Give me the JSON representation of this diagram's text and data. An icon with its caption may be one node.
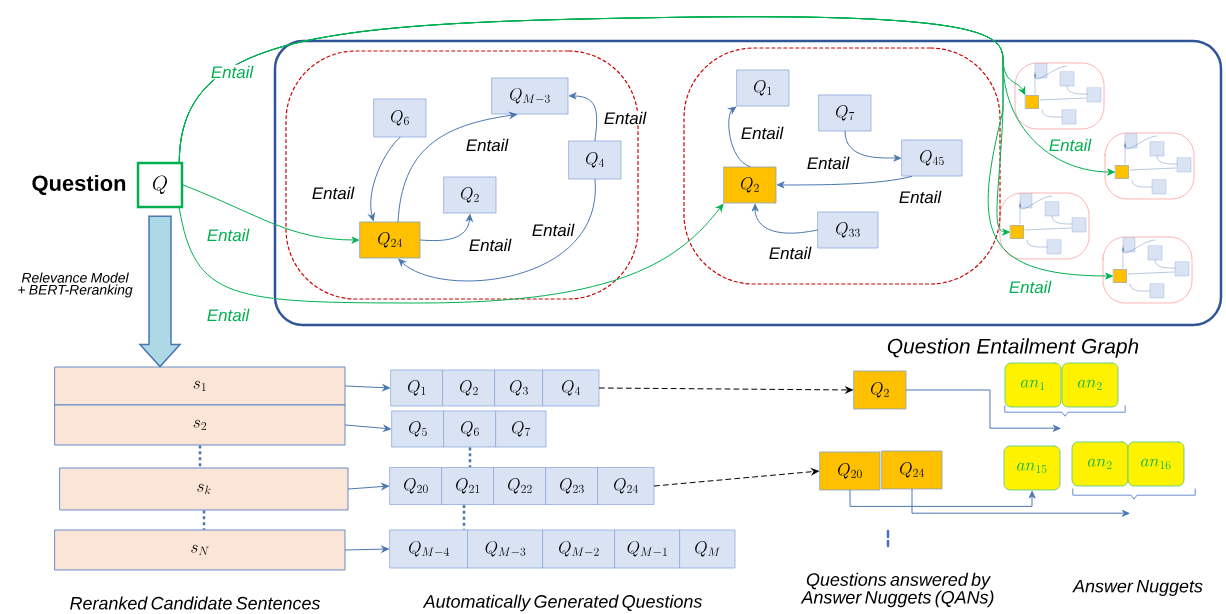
{
  "diagram": {
    "nodes": [
      {
        "text": [
          "Question",
          "Q"
        ]
      },
      {
        "text": [
          "Question Entailment Graph"
        ]
      },
      {
        "text": [],
        "shape": "cloud",
        "in": 1
      },
      {
        "text": [
          "Q_6"
        ],
        "in": 2
      },
      {
        "text": [
          "Q_{M-3}"
        ],
        "in": 2
      },
      {
        "text": [
          "Q_4"
        ],
        "in": 2
      },
      {
        "text": [
          "Q_2"
        ],
        "in": 2
      },
      {
        "text": [
          "Q_{24}"
        ],
        "in": 2
      },
      {
        "text": [],
        "shape": "cloud",
        "in": 1
      },
      {
        "text": [
          "Q_1"
        ],
        "in": 8
      },
      {
        "text": [
          "Q_7"
        ],
        "in": 8
      },
      {
        "text": [
          "Q_{45}"
        ],
        "in": 8
      },
      {
        "text": [
          "Q_2"
        ],
        "in": 8
      },
      {
        "text": [
          "Q_{33}"
        ],
        "in": 8
      },
      {
        "text": [],
        "shape": "box",
        "in": 1
      },
      {
        "text": [],
        "shape": "box",
        "in": 1
      },
      {
        "text": [],
        "shape": "box",
        "in": 1
      },
      {
        "text": [],
        "shape": "box",
        "in": 1
      },
      {
        "text": [
          "s_1"
        ]
      },
      {
        "text": [
          "s_2"
        ]
      },
      {
        "text": [
          "s_k"
        ]
      },
      {
        "text": [
          "s_N"
        ]
      },
      {
        "text": [
          "Q_1"
        ]
      },
      {
        "text": [
          "Q_2"
        ]
      },
      {
        "text": [
          "Q_3"
        ]
      },
      {
        "text": [
          "Q_4"
        ]
      },
      {
        "text": [
          "Q_5"
        ]
      },
      {
        "text": [
          "Q_6"
        ]
      },
      {
        "text": [
          "Q_7"
        ]
      },
      {
        "text": [
          "Q_{20}"
        ]
      },
      {
        "text": [
          "Q_{21}"
        ]
      },
      {
        "text": [
          "Q_{22}"
        ]
      },
      {
        "text": [
          "Q_{23}"
        ]
      },
      {
        "text": [
          "Q_{24}"
        ]
      },
      {
        "text": [
          "Q_{M-4}"
        ]
      },
      {
        "text": [
          "Q_{M-3}"
        ]
      },
      {
        "text": [
          "Q_{M-2}"
        ]
      },
      {
        "text": [
          "Q_{M-1}"
        ]
      },
      {
        "text": [
          "Q_M"
        ]
      },
      {
        "text": [
          "Q_2"
        ]
      },
      {
        "text": [
          "Q_{20}"
        ]
      },
      {
        "text": [
          "Q_{24}"
        ]
      },
      {
        "text": [
          "an_1"
        ]
      },
      {
        "text": [
          "an_2"
        ]
      },
      {
        "text": [
          "an_{15}"
        ]
      },
      {
        "text": [
          "an_2"
        ]
      },
      {
        "text": [
          "an_{16}"
        ]
      },
      {
        "text": [],
        "shape": "bracket"
      },
      {
        "text": [],
        "shape": "bracket"
      }
    ],
    "edges": [
      {
        "from": 3,
        "to": 7,
        "arrow": "to",
        "label": "Entail"
      },
      {
        "from": 7,
        "to": 4,
        "arrow": "to",
        "label": "Entail"
      },
      {
        "from": 7,
        "to": 6,
        "arrow": "to",
        "label": "Entail"
      },
      {
        "from": 5,
        "to": 4,
        "arrow": "to",
        "label": "Entail"
      },
      {
        "from": 5,
        "to": 7,
        "arrow": "to",
        "label": "Entail"
      },
      {
        "from": 12,
        "to": 9,
        "arrow": "to",
        "label": "Entail"
      },
      {
        "from": 10,
        "to": 11,
        "arrow": "to",
        "label": "Entail"
      },
      {
        "from": 11,
        "to": 12,
        "arrow": "to",
        "label": "Entail"
      },
      {
        "from": 13,
        "to": 12,
        "arrow": "to",
        "label": "Entail"
      },
      {
        "from": 0,
        "to": 7,
        "arrow": "to",
        "label": "Entail",
        "color": "#00b050"
      },
      {
        "from": 0,
        "to": 12,
        "arrow": "to",
        "label": "Entail",
        "color": "#00b050"
      },
      {
        "from": 0,
        "to": 14,
        "arrow": "to",
        "label": "Entail",
        "color": "#00b050"
      },
      {
        "from": 0,
        "to": 15,
        "arrow": "to",
        "label": "Entail",
        "color": "#00b050"
      },
      {
        "from": 0,
        "to": 16,
        "arrow": "to",
        "color": "#00b050"
      },
      {
        "from": 0,
        "to": 17,
        "arrow": "to",
        "label": "Entail",
        "color": "#00b050"
      },
      {
        "from": 0,
        "to": 18,
        "arrow": "to",
        "label": "Relevance Model + BERT-Reranking",
        "style": "thick",
        "color": "#add8e6"
      },
      {
        "from": 18,
        "to": 22,
        "arrow": "to"
      },
      {
        "from": 19,
        "to": 26,
        "arrow": "to"
      },
      {
        "from": 20,
        "to": 29,
        "arrow": "to"
      },
      {
        "from": 21,
        "to": 34,
        "arrow": "to"
      },
      {
        "from": 25,
        "to": 39,
        "arrow": "to",
        "style": "dashed",
        "color": "#000000"
      },
      {
        "from": 33,
        "to": 40,
        "arrow": "to",
        "style": "dashed",
        "color": "#000000"
      },
      {
        "from": 39,
        "to": 47,
        "arrow": "to"
      },
      {
        "from": 40,
        "to": 44,
        "arrow": "to"
      },
      {
        "from": 41,
        "to": 48,
        "arrow": "to"
      },
      {
        "from": 19,
        "to": 20,
        "arrow": "none",
        "style": "dashed"
      },
      {
        "from": 20,
        "to": 21,
        "arrow": "none",
        "style": "dashed"
      },
      {
        "from": 27,
        "to": 30,
        "arrow": "none",
        "style": "dashed"
      },
      {
        "from": 30,
        "to": 34,
        "arrow": "none",
        "style": "dashed"
      }
    ],
    "labels": [
      "Reranked Candidate Sentences",
      "Automatically Generated Questions",
      "Questions answered by Answer Nuggets (QANs)",
      "Answer Nuggets"
    ]
  }
}
